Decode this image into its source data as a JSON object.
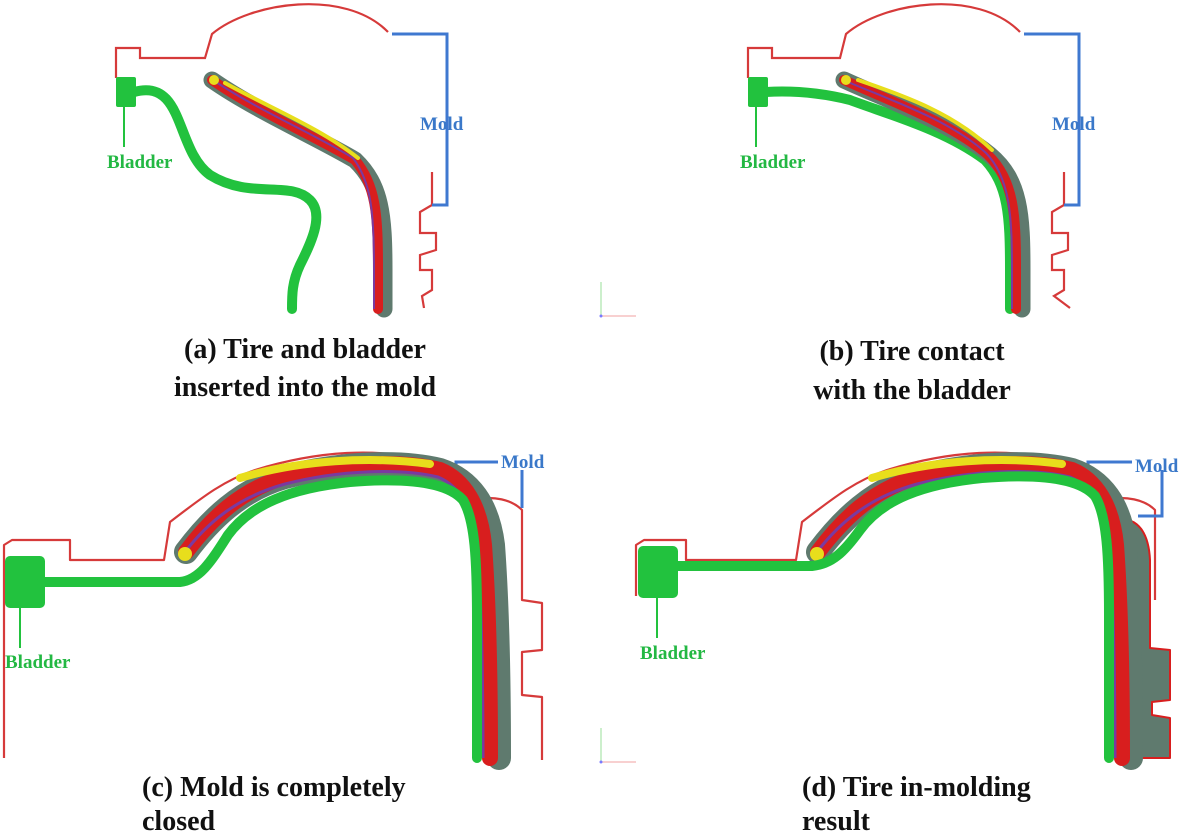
{
  "colors": {
    "mold": "#d63a3a",
    "mold_bracket": "#3f78d0",
    "mold_label": "#3a78c9",
    "bladder": "#22c23e",
    "bladder_label": "#23b843",
    "tire_gray": "#5f7a6e",
    "tire_red": "#d81e1e",
    "tire_purple": "#7a3aa0",
    "tire_yellow": "#e8de1c",
    "caption": "#111111"
  },
  "panels": [
    {
      "id": "a",
      "mold_label": "Mold",
      "bladder_label": "Bladder",
      "caption_lines": [
        "(a) Tire and bladder",
        "inserted into the mold"
      ]
    },
    {
      "id": "b",
      "mold_label": "Mold",
      "bladder_label": "Bladder",
      "caption_lines": [
        "(b) Tire contact",
        "with the  bladder"
      ]
    },
    {
      "id": "c",
      "mold_label": "Mold",
      "bladder_label": "Bladder",
      "caption_lines": [
        "(c) Mold is completely",
        "closed"
      ]
    },
    {
      "id": "d",
      "mold_label": "Mold",
      "bladder_label": "Bladder",
      "caption_lines": [
        "(d) Tire  in-molding",
        "result"
      ]
    }
  ]
}
